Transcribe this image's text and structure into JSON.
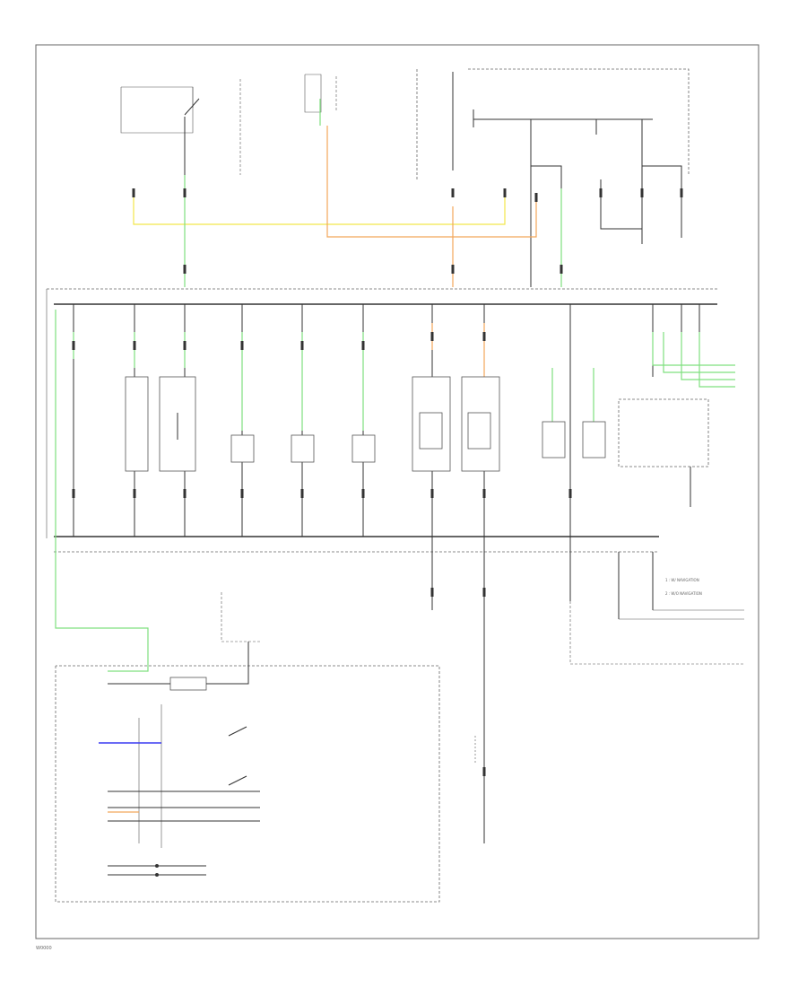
{
  "diagram": {
    "page_code": "W0000",
    "note_lines": [
      "1 : W/ NAVIGATION",
      "2 : W/O NAVIGATION"
    ],
    "legend": {
      "wire_colors": {
        "green": "#7fe07f",
        "yellow": "#f2e64a",
        "orange": "#f2a65a",
        "blue": "#3a3af2",
        "black": "#333333"
      }
    }
  }
}
